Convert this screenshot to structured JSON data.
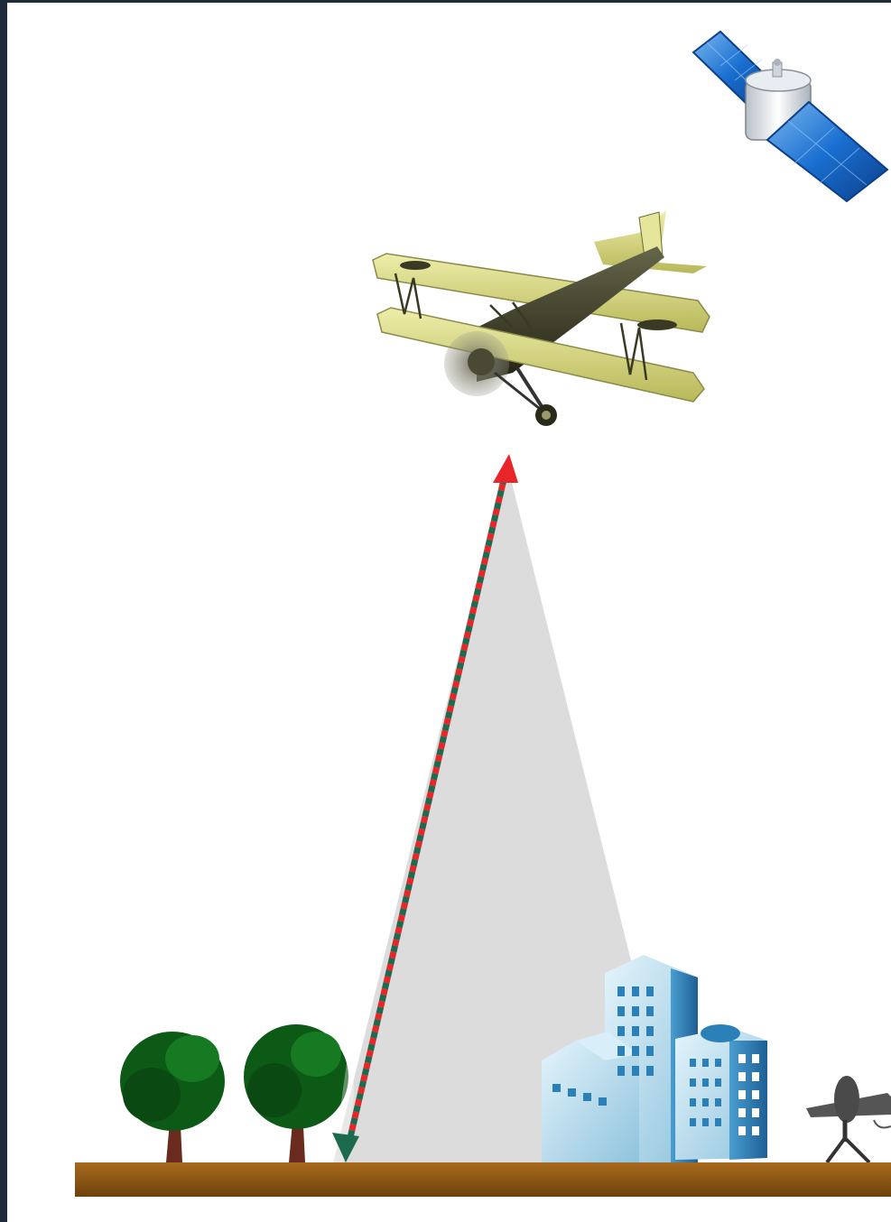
{
  "diagram": {
    "kind": "lidar-scene",
    "elements": [
      {
        "name": "satellite",
        "icon": "satellite-icon"
      },
      {
        "name": "biplane",
        "icon": "airplane-icon"
      },
      {
        "name": "scan-footprint",
        "icon": "scan-cone"
      },
      {
        "name": "laser-pulse",
        "icon": "dotted-arrow"
      },
      {
        "name": "tree",
        "icon": "tree-icon",
        "count": 2
      },
      {
        "name": "buildings",
        "icon": "building-icon"
      },
      {
        "name": "ground-station",
        "icon": "satellite-dish-icon"
      },
      {
        "name": "ground",
        "icon": "ground-bar"
      }
    ]
  },
  "colors": {
    "frame": "#1f2a3a",
    "background": "#ffffff",
    "cone": "#dadada",
    "laser_red": "#e8262a",
    "laser_green": "#1d6b4e",
    "ground": "#8a5412",
    "tree_foliage": "#0d5a16",
    "tree_trunk": "#6a2a1e",
    "plane_wing": "#d8d87a",
    "plane_body": "#3a3a24",
    "building_light": "#bfe0ef",
    "building_dark": "#2c80b8",
    "panel_blue": "#1a6fd0"
  }
}
